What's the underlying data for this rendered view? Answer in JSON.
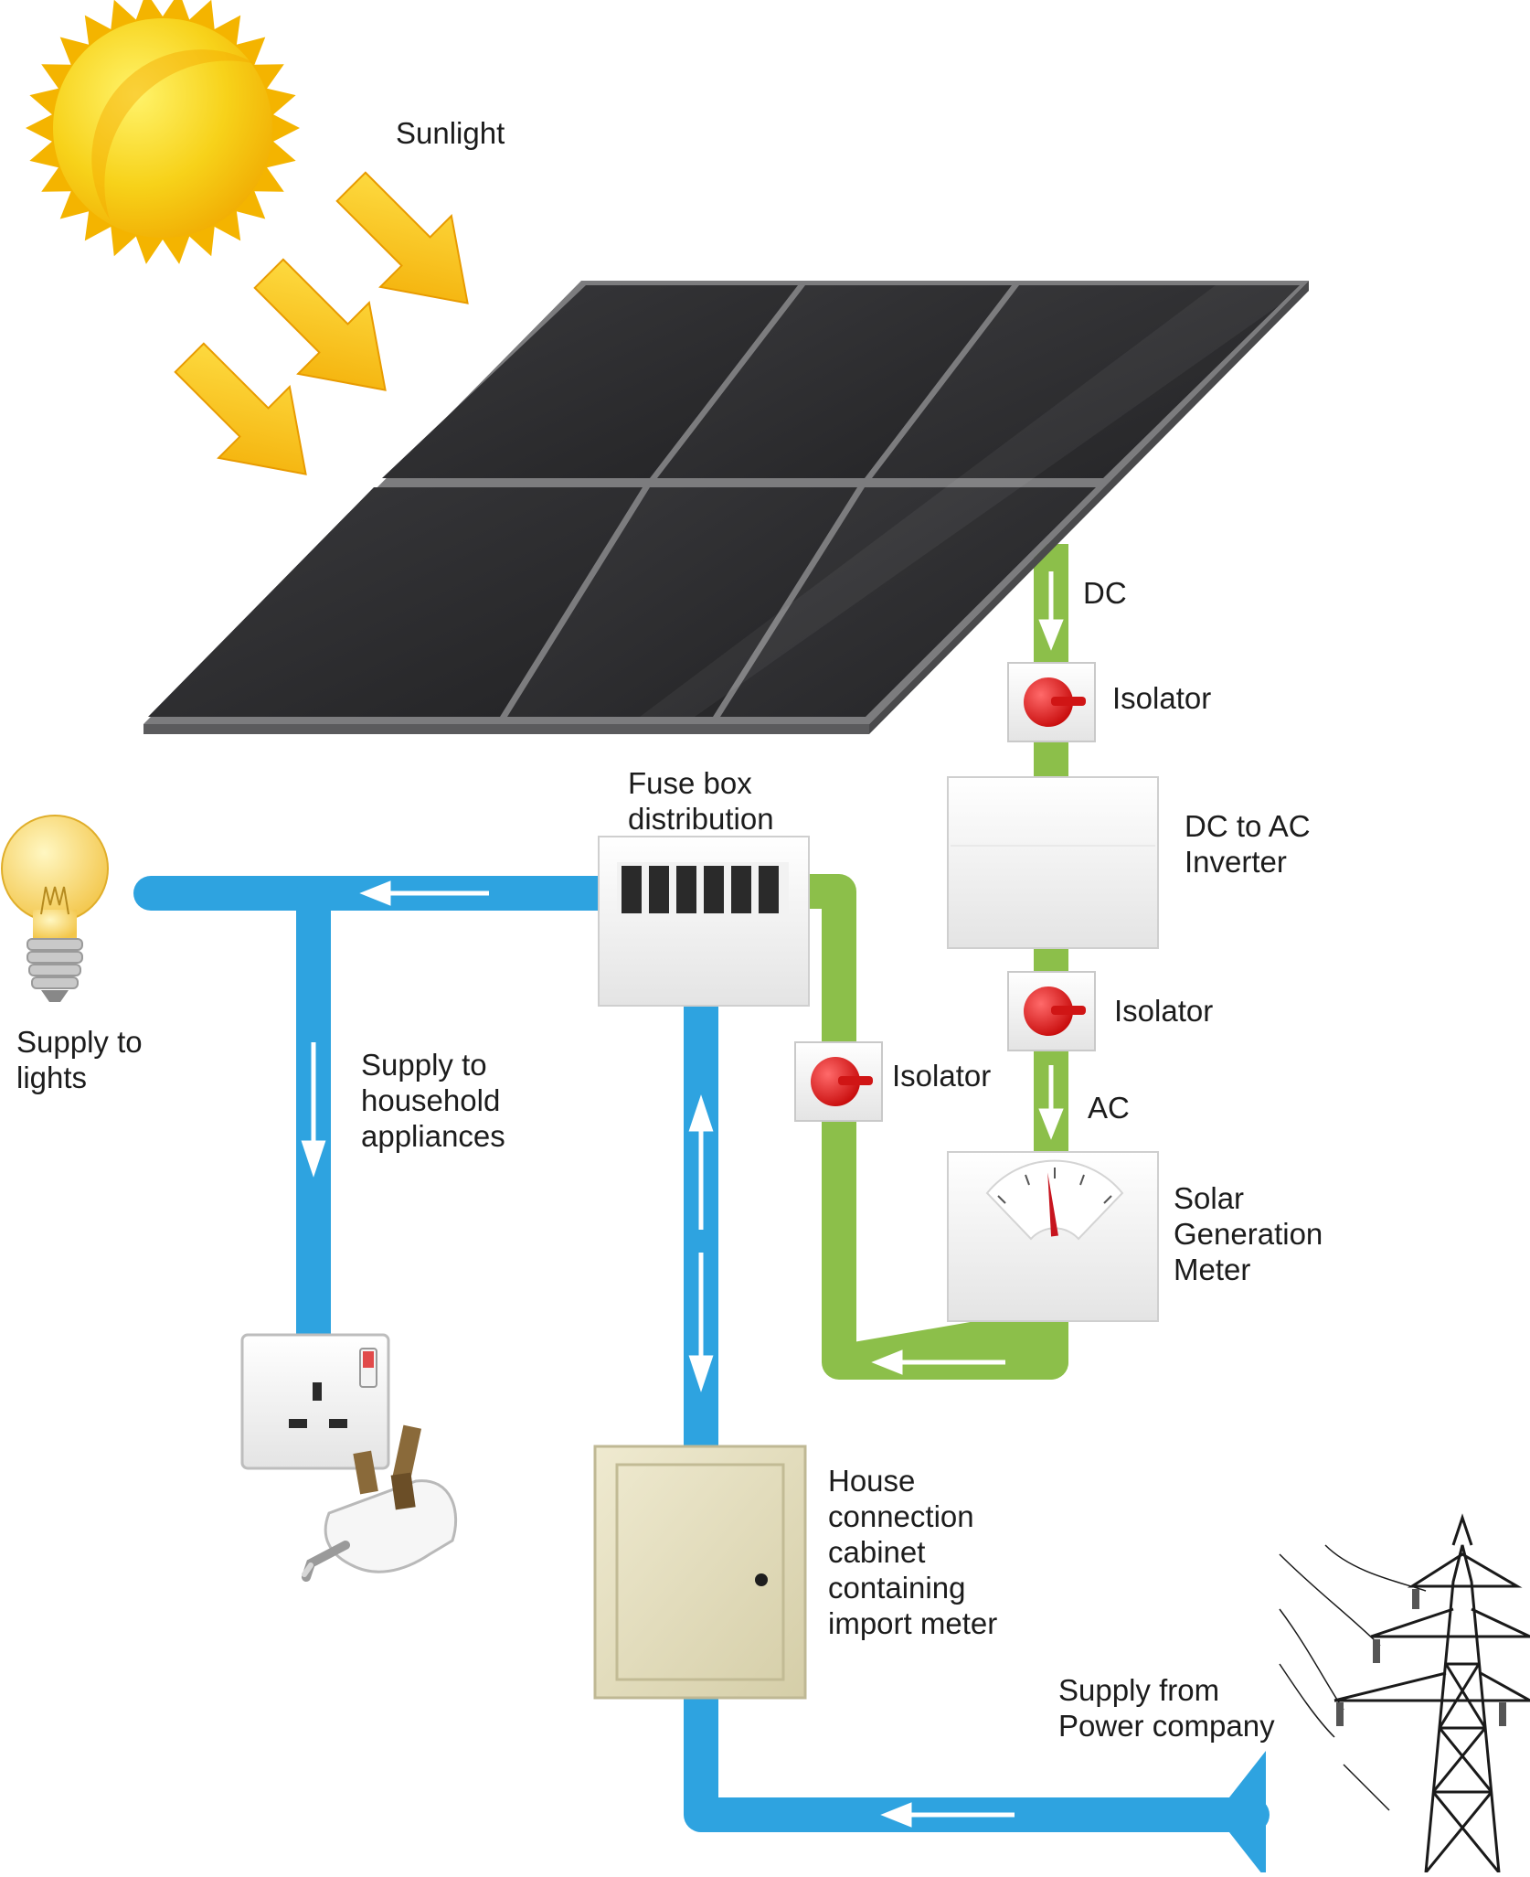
{
  "diagram": {
    "labels": {
      "sunlight": "Sunlight",
      "dc": "DC",
      "isolator_dc": "Isolator",
      "inverter": [
        "DC to AC",
        "Inverter"
      ],
      "isolator_ac": "Isolator",
      "ac": "AC",
      "solar_meter": [
        "Solar",
        "Generation",
        "Meter"
      ],
      "fuse_box": [
        "Fuse box",
        "distribution"
      ],
      "isolator_feed": "Isolator",
      "lights": [
        "Supply to",
        "lights"
      ],
      "appliances": [
        "Supply to",
        "household",
        "appliances"
      ],
      "house_cabinet": [
        "House",
        "connection",
        "cabinet",
        "containing",
        "import meter"
      ],
      "power_company": [
        "Supply from",
        "Power company"
      ]
    },
    "colors": {
      "dc_ac_line": "#8cbf4a",
      "grid_line": "#2ea3e0",
      "sun": "#f6c400",
      "panel": "#2b2c2e",
      "isolator_red": "#e01f1f",
      "cabinet": "#e6e0c2"
    }
  }
}
